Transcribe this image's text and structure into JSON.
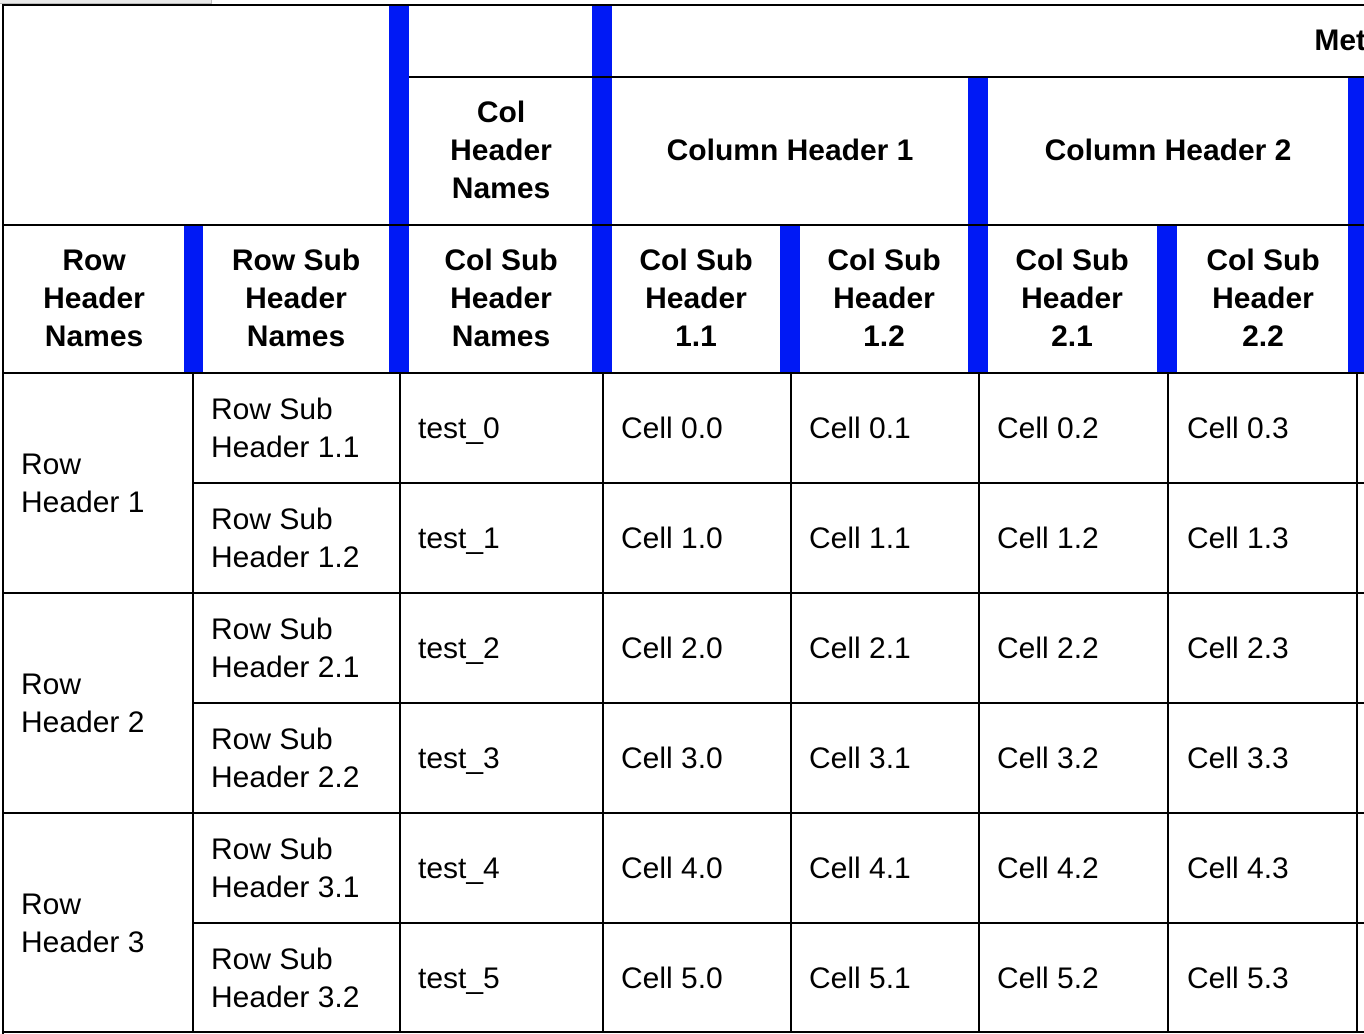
{
  "header": {
    "top_group_label": "Met",
    "col_header_names": "Col\nHeader\nNames",
    "column_headers": [
      "Column Header 1",
      "Column Header 2"
    ],
    "row_header_names": "Row\nHeader\nNames",
    "row_sub_header_names": "Row Sub\nHeader\nNames",
    "col_sub_header_names": "Col Sub\nHeader\nNames",
    "col_sub_headers": [
      "Col Sub\nHeader\n1.1",
      "Col Sub\nHeader\n1.2",
      "Col Sub\nHeader\n2.1",
      "Col Sub\nHeader\n2.2"
    ]
  },
  "rows": {
    "row_headers": [
      "Row\nHeader 1",
      "Row\nHeader 2",
      "Row\nHeader 3"
    ],
    "sub_headers": [
      "Row Sub\nHeader 1.1",
      "Row Sub\nHeader 1.2",
      "Row Sub\nHeader 2.1",
      "Row Sub\nHeader 2.2",
      "Row Sub\nHeader 3.1",
      "Row Sub\nHeader 3.2"
    ],
    "index_values": [
      "test_0",
      "test_1",
      "test_2",
      "test_3",
      "test_4",
      "test_5"
    ],
    "cells": [
      [
        "Cell 0.0",
        "Cell 0.1",
        "Cell 0.2",
        "Cell 0.3"
      ],
      [
        "Cell 1.0",
        "Cell 1.1",
        "Cell 1.2",
        "Cell 1.3"
      ],
      [
        "Cell 2.0",
        "Cell 2.1",
        "Cell 2.2",
        "Cell 2.3"
      ],
      [
        "Cell 3.0",
        "Cell 3.1",
        "Cell 3.2",
        "Cell 3.3"
      ],
      [
        "Cell 4.0",
        "Cell 4.1",
        "Cell 4.2",
        "Cell 4.3"
      ],
      [
        "Cell 5.0",
        "Cell 5.1",
        "Cell 5.2",
        "Cell 5.3"
      ]
    ]
  },
  "colors": {
    "separator": "#0019f5",
    "border": "#000000",
    "background": "#ffffff"
  }
}
